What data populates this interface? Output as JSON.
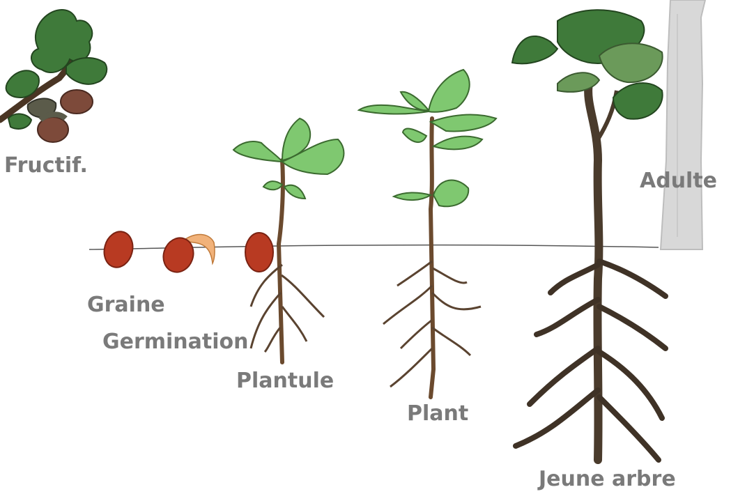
{
  "title": "",
  "stages": [
    {
      "id": "fructif",
      "label": "Fructif."
    },
    {
      "id": "graine",
      "label": "Graine"
    },
    {
      "id": "germination",
      "label": "Germination"
    },
    {
      "id": "plantule",
      "label": "Plantule"
    },
    {
      "id": "plant",
      "label": "Plant"
    },
    {
      "id": "jeune_arbre",
      "label": "Jeune arbre"
    },
    {
      "id": "adulte",
      "label": "Adulte"
    }
  ],
  "colors": {
    "label": "#7a7a7a",
    "leaf_dark": "#3f7a3a",
    "leaf_light": "#7fc870",
    "stem": "#6b4a2e",
    "root": "#5a4330",
    "acorn": "#b83a22",
    "acorn_dark": "#7d4a3a",
    "trunk": "#d8d8d8",
    "ground": "#555555"
  }
}
